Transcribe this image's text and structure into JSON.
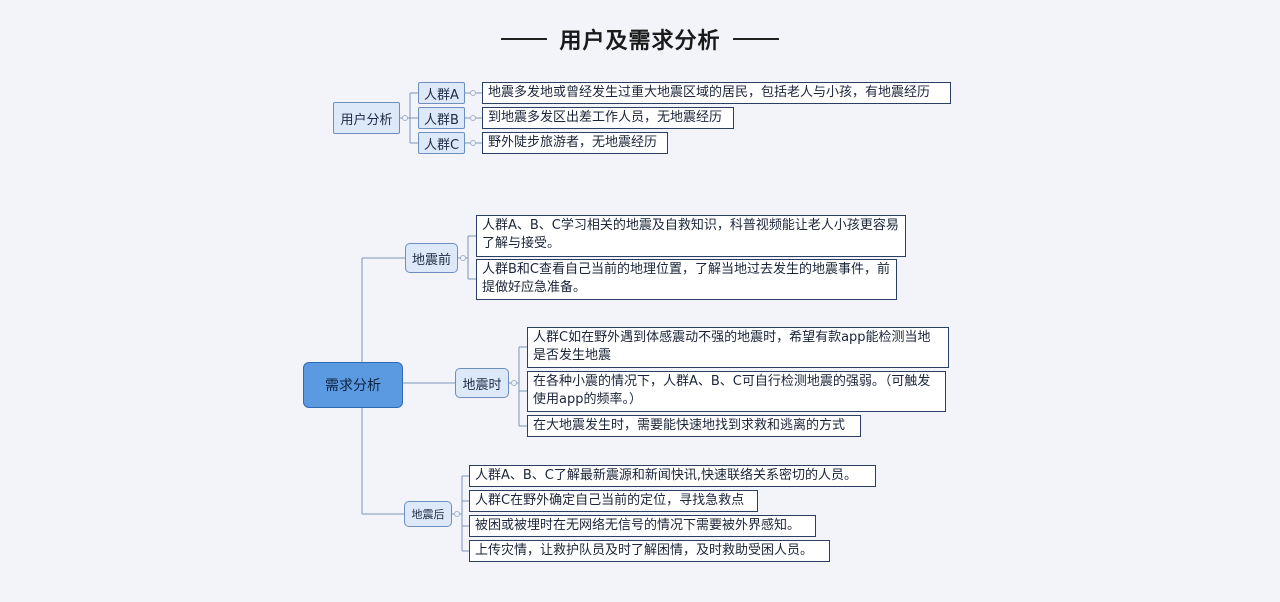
{
  "title": "用户及需求分析",
  "user_analysis": {
    "label": "用户分析",
    "groups": [
      {
        "label": "人群A",
        "detail": "地震多发地或曾经发生过重大地震区域的居民，包括老人与小孩，有地震经历"
      },
      {
        "label": "人群B",
        "detail": "到地震多发区出差工作人员，无地震经历"
      },
      {
        "label": "人群C",
        "detail": "野外陡步旅游者，无地震经历"
      }
    ]
  },
  "needs_analysis": {
    "label": "需求分析",
    "phases": [
      {
        "label": "地震前",
        "items": [
          "人群A、B、C学习相关的地震及自救知识，科普视频能让老人小孩更容易了解与接受。",
          "人群B和C查看自己当前的地理位置，了解当地过去发生的地震事件，前提做好应急准备。"
        ]
      },
      {
        "label": "地震时",
        "items": [
          "人群C如在野外遇到体感震动不强的地震时，希望有款app能检测当地是否发生地震",
          "在各种小震的情况下，人群A、B、C可自行检测地震的强弱。（可触发使用app的频率。）",
          "在大地震发生时，需要能快速地找到求救和逃离的方式"
        ]
      },
      {
        "label": "地震后",
        "items": [
          "人群A、B、C了解最新震源和新闻快讯,快速联络关系密切的人员。",
          "人群C在野外确定自己当前的定位，寻找急救点",
          "被困或被埋时在无网络无信号的情况下需要被外界感知。",
          "上传灾情，让救护队员及时了解困情，及时救助受困人员。"
        ]
      }
    ]
  }
}
